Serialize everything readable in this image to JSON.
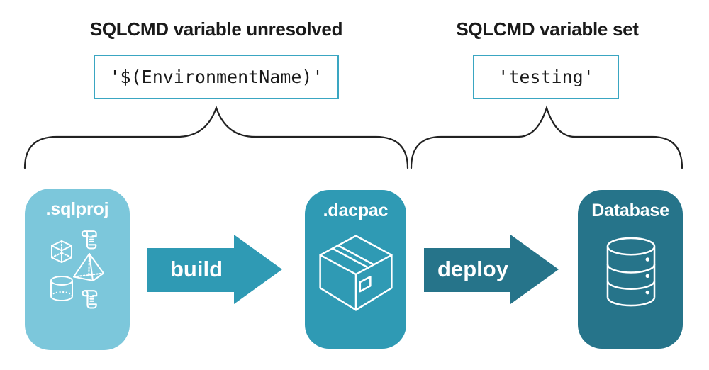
{
  "colors": {
    "background": "#ffffff",
    "heading_text": "#1a1a1a",
    "code_text": "#1a1a1a",
    "code_box_border": "#3aa6c2",
    "brace_stroke": "#222222",
    "sqlproj_fill": "#7cc7db",
    "dacpac_fill": "#2f9ab4",
    "database_fill": "#26748a",
    "build_arrow_fill": "#2f9ab4",
    "deploy_arrow_fill": "#26748a",
    "node_text": "#ffffff",
    "icon_stroke": "#ffffff"
  },
  "annotations": {
    "unresolved": {
      "heading": "SQLCMD variable unresolved",
      "code": "'$(EnvironmentName)'"
    },
    "set": {
      "heading": "SQLCMD variable set",
      "code": "'testing'"
    }
  },
  "pipeline": {
    "nodes": [
      {
        "id": "sqlproj",
        "label": ".sqlproj",
        "icons": [
          "cube-icon",
          "scroll-icon",
          "pyramid-icon",
          "cylinder-icon",
          "scroll-icon"
        ]
      },
      {
        "id": "dacpac",
        "label": ".dacpac",
        "icons": [
          "package-icon"
        ]
      },
      {
        "id": "database",
        "label": "Database",
        "icons": [
          "database-icon"
        ]
      }
    ],
    "arrows": [
      {
        "id": "build",
        "label": "build"
      },
      {
        "id": "deploy",
        "label": "deploy"
      }
    ]
  }
}
